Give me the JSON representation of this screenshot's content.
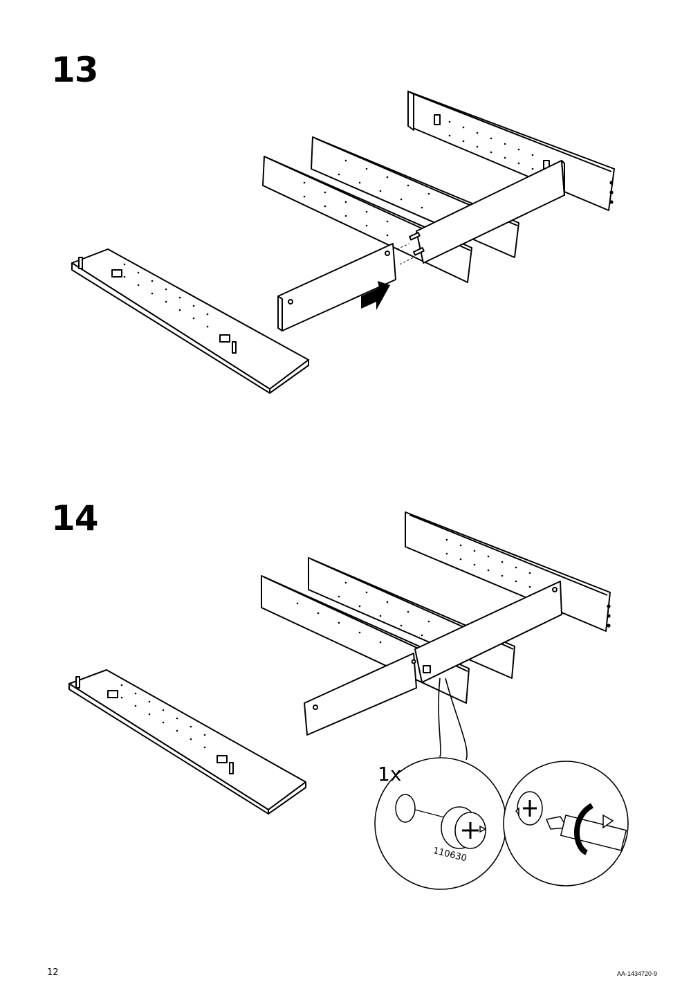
{
  "page": {
    "page_number": "12",
    "document_id": "AA-1434720-9"
  },
  "steps": [
    {
      "number": "13",
      "action_icon": "push-arrow-icon"
    },
    {
      "number": "14",
      "quantity_label": "1x",
      "part_number": "110630",
      "action_icon": "rotate-arrow-icon"
    }
  ],
  "colors": {
    "ink": "#000000",
    "paper": "#ffffff"
  }
}
